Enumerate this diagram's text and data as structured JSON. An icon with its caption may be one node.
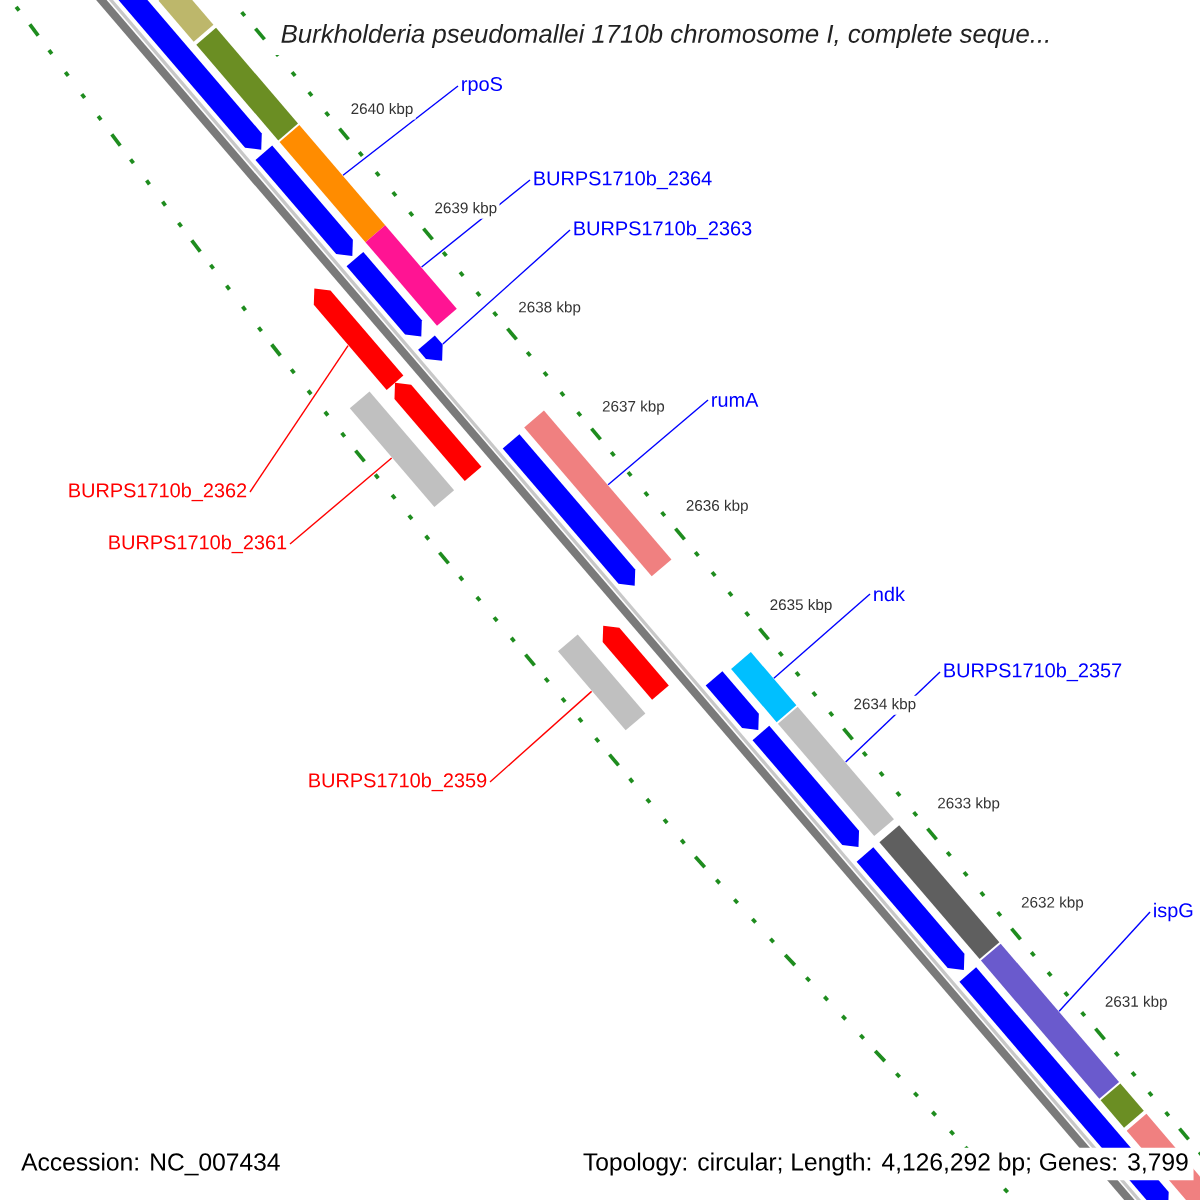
{
  "diagram": {
    "title": "Burkholderia pseudomallei 1710b chromosome I, complete seque...",
    "nodes": [
      {
        "text": [
          "rpoS"
        ]
      },
      {
        "text": [
          "BURPS1710b_2364"
        ]
      },
      {
        "text": [
          "BURPS1710b_2363"
        ]
      },
      {
        "text": [
          "rumA"
        ]
      },
      {
        "text": [
          "BURPS1710b_2362"
        ]
      },
      {
        "text": [
          "BURPS1710b_2361"
        ]
      },
      {
        "text": [
          "ndk"
        ]
      },
      {
        "text": [
          "BURPS1710b_2357"
        ]
      },
      {
        "text": [
          "BURPS1710b_2359"
        ]
      },
      {
        "text": [
          "ispG"
        ]
      },
      {
        "text": [],
        "shape": "bar"
      },
      {
        "text": [],
        "shape": "arrow"
      },
      {
        "text": [],
        "shape": "bar"
      },
      {
        "text": [],
        "shape": "arrow"
      },
      {
        "text": [],
        "shape": "bar"
      },
      {
        "text": [],
        "shape": "arrow"
      },
      {
        "text": [],
        "shape": "arrow"
      },
      {
        "text": [],
        "shape": "bar"
      },
      {
        "text": [],
        "shape": "bar"
      },
      {
        "text": [],
        "shape": "arrow"
      },
      {
        "text": [],
        "shape": "arrow"
      },
      {
        "text": [],
        "shape": "arrow"
      },
      {
        "text": [],
        "shape": "bar"
      },
      {
        "text": [],
        "shape": "bar"
      },
      {
        "text": [],
        "shape": "arrow"
      },
      {
        "text": [],
        "shape": "arrow"
      },
      {
        "text": [],
        "shape": "bar"
      },
      {
        "text": [],
        "shape": "arrow"
      },
      {
        "text": [],
        "shape": "bar"
      },
      {
        "text": [],
        "shape": "arrow"
      },
      {
        "text": [],
        "shape": "bar"
      },
      {
        "text": [],
        "shape": "bar"
      },
      {
        "text": [],
        "shape": "arrow"
      },
      {
        "text": [],
        "shape": "bar"
      },
      {
        "text": [],
        "shape": "bar"
      }
    ],
    "edges": [
      {
        "from": 0,
        "to": 14,
        "arrow": "none"
      },
      {
        "from": 1,
        "to": 18,
        "arrow": "none"
      },
      {
        "from": 2,
        "to": 20,
        "arrow": "none"
      },
      {
        "from": 3,
        "to": 22,
        "arrow": "none"
      },
      {
        "from": 4,
        "to": 15,
        "arrow": "none",
        "color": "#ff0000"
      },
      {
        "from": 5,
        "to": 17,
        "arrow": "none",
        "color": "#ff0000"
      },
      {
        "from": 6,
        "to": 26,
        "arrow": "none"
      },
      {
        "from": 7,
        "to": 28,
        "arrow": "none"
      },
      {
        "from": 8,
        "to": 23,
        "arrow": "none",
        "color": "#ff0000"
      },
      {
        "from": 9,
        "to": 31,
        "arrow": "none"
      }
    ],
    "labels": [
      "2640 kbp",
      "2639 kbp",
      "2638 kbp",
      "2637 kbp",
      "2636 kbp",
      "2635 kbp",
      "2634 kbp",
      "2633 kbp",
      "2632 kbp",
      "2631 kbp",
      "Accession: NC_007434",
      "Topology: circular; Length: 4,126,292 bp; Genes: 3,799"
    ]
  }
}
